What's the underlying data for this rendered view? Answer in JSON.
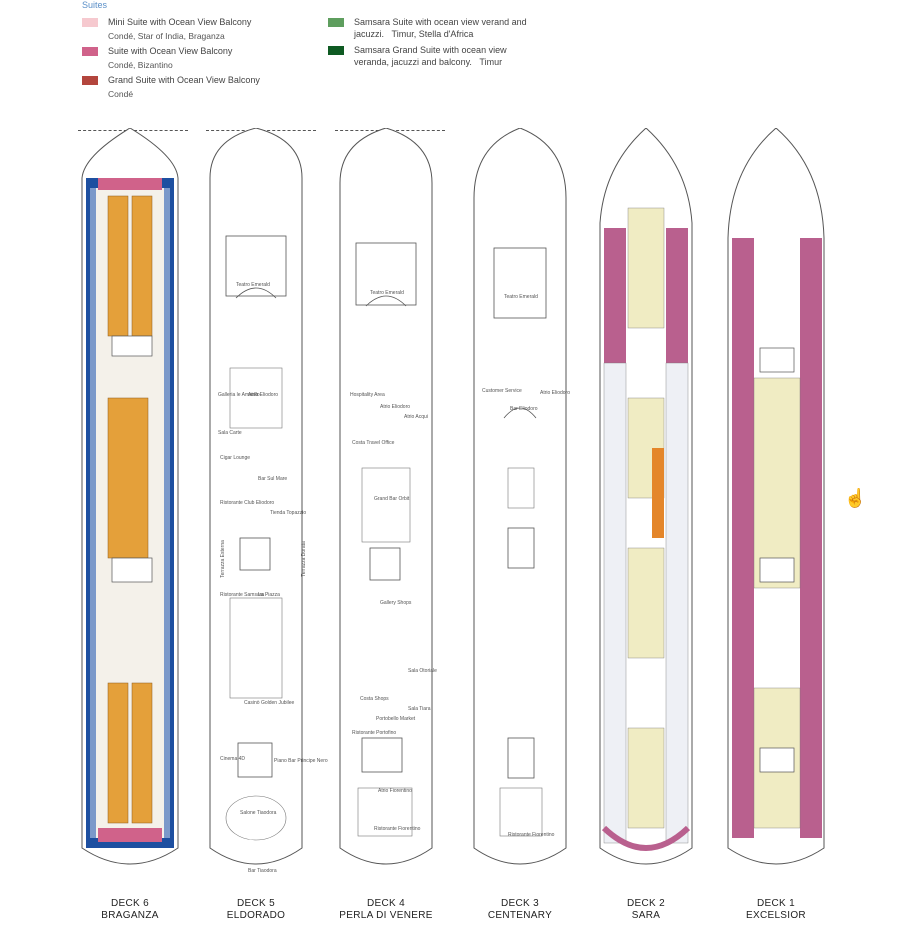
{
  "legend": {
    "title": "Suites",
    "items": [
      {
        "label": "Mini Suite with Ocean View Balcony",
        "sub": "Condé, Star of India, Braganza",
        "color": "#f6c9cf"
      },
      {
        "label": "Suite with Ocean View Balcony",
        "sub": "Condé, Bizantino",
        "color": "#d0628a"
      },
      {
        "label": "Grand Suite with Ocean View Balcony",
        "sub": "Condé",
        "color": "#b3453d"
      },
      {
        "label": "Samsara Suite with ocean view verand and jacuzzi.",
        "sub": "Timur, Stella d'Africa",
        "color": "#5e9e5e"
      },
      {
        "label": "Samsara Grand Suite with ocean view veranda, jacuzzi and balcony.",
        "sub": "Timur",
        "color": "#0e5a22"
      }
    ]
  },
  "decks": [
    {
      "number": "DECK 6",
      "name": "BRAGANZA"
    },
    {
      "number": "DECK 5",
      "name": "ELDORADO"
    },
    {
      "number": "DECK 4",
      "name": "PERLA DI VENERE"
    },
    {
      "number": "DECK 3",
      "name": "CENTENARY"
    },
    {
      "number": "DECK 2",
      "name": "SARA"
    },
    {
      "number": "DECK 1",
      "name": "EXCELSIOR"
    }
  ],
  "deck5_labels": [
    "Teatro Emerald",
    "Galleria le Amarillo",
    "Atrio Eliodoro",
    "Sala Carte",
    "Cigar Lounge",
    "Bar Sul Mare",
    "Ristorante Club Eliodoro",
    "Tienda Topazzio",
    "Terrazza Esterna",
    "Terrazza Dorata",
    "Ristorante Samsara",
    "La Piazza",
    "Casinò Golden Jubilee",
    "Cinema 4D",
    "Piano Bar Principe Nero",
    "Salone Tiaodora",
    "Bar Tiaodora"
  ],
  "deck4_labels": [
    "Teatro Emerald",
    "Hospitality Area",
    "Atrio Eliodoro",
    "Atrio Acqui",
    "Costa Travel Office",
    "Grand Bar Orbit",
    "Gallery Shops",
    "Sala Otoriale",
    "Costa Shops",
    "Portobello Market",
    "Sala Tiara",
    "Ristorante Portofino",
    "Atrio Fiorentino",
    "Ristorante Fiorentino"
  ],
  "deck3_labels": [
    "Teatro Emerald",
    "Customer Service",
    "Atrio Eliodoro",
    "Bar Eliodoro",
    "Ristorante Fiorentino"
  ]
}
